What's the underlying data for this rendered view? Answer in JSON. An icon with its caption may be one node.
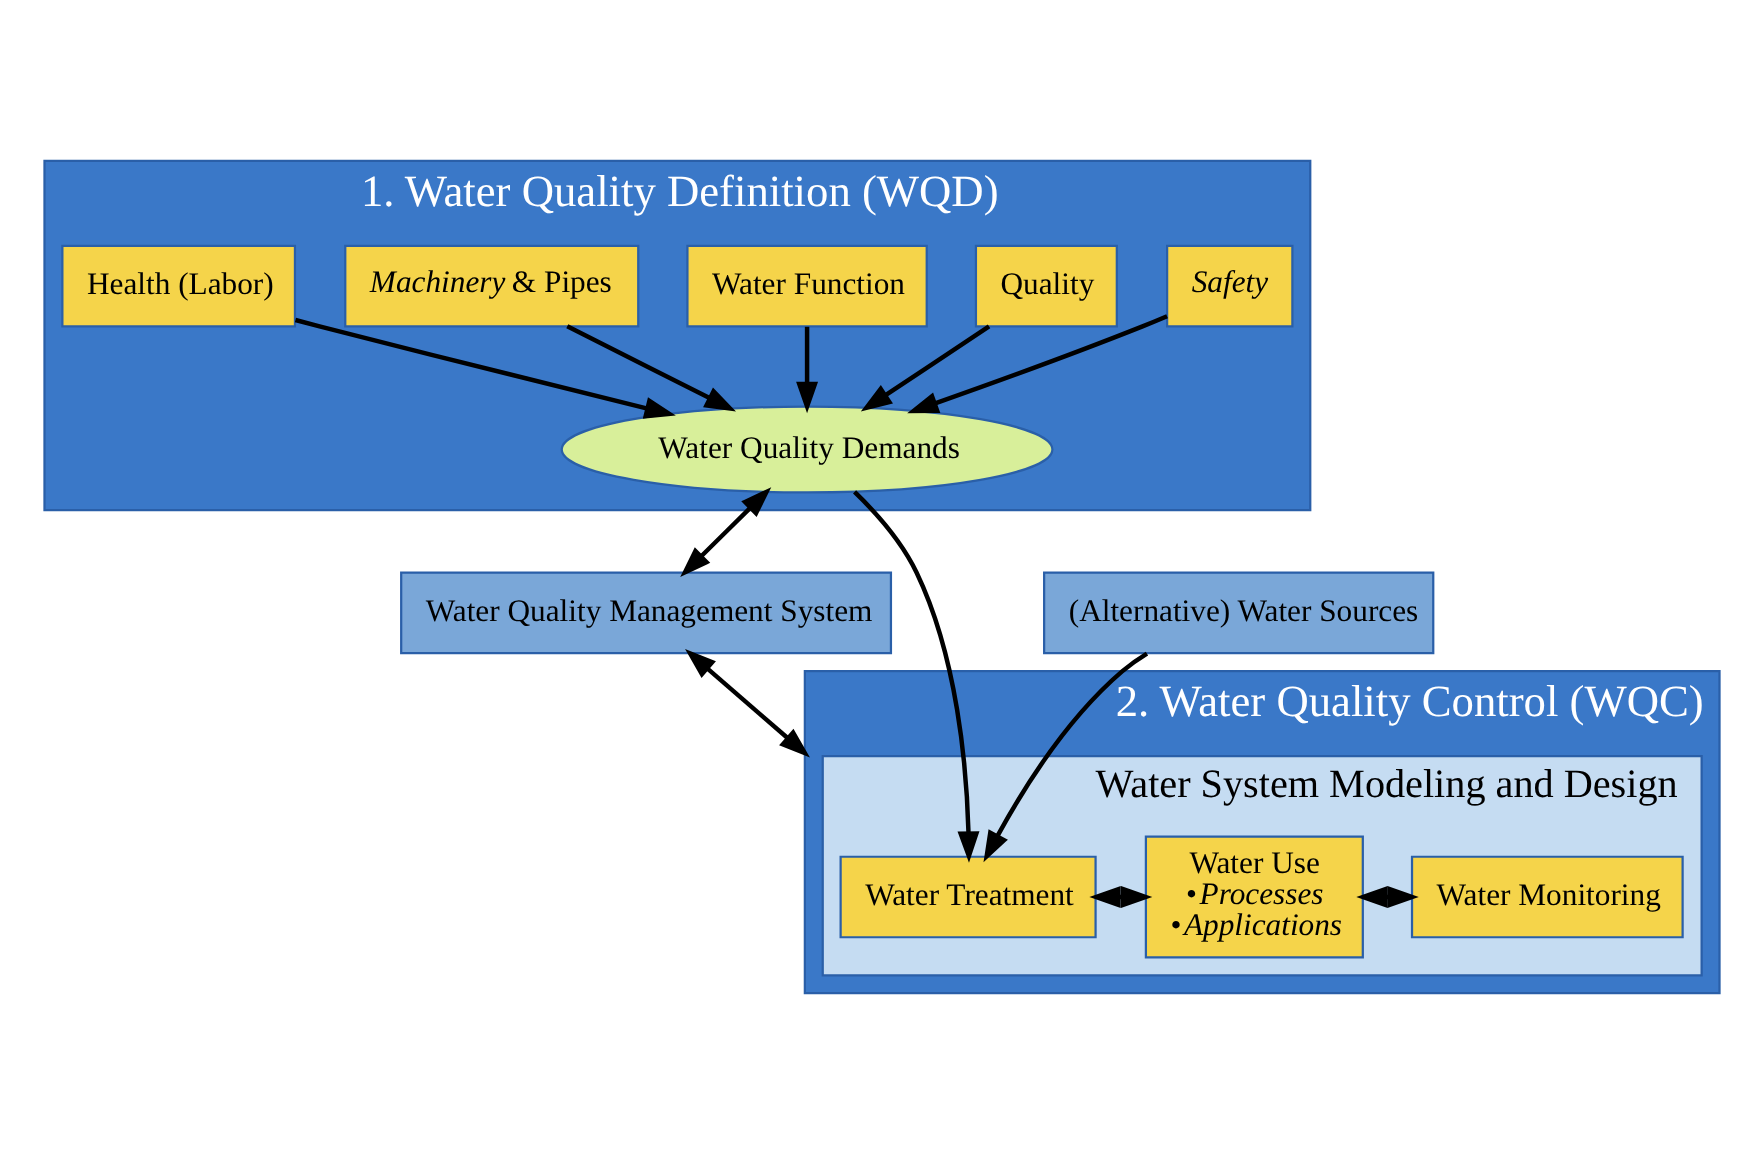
{
  "diagram": {
    "nodes": [
      {
        "text": [
          "1. Water Quality Definition (WQD)"
        ]
      },
      {
        "text": [
          "Safety"
        ],
        "in": 0
      },
      {
        "text": [
          "Quality"
        ],
        "in": 0
      },
      {
        "text": [
          "Water Function"
        ],
        "in": 0
      },
      {
        "text": [
          "*Machinery* & Pipes"
        ],
        "in": 0
      },
      {
        "text": [
          "Health (Labor)"
        ],
        "in": 0
      },
      {
        "text": [
          "Water Quality Demands"
        ],
        "in": 0
      },
      {
        "text": [
          "Water Quality Management System"
        ]
      },
      {
        "text": [
          "2. Water Quality Control (WQC)"
        ]
      },
      {
        "text": [
          "Water System Modeling and Design"
        ],
        "in": 8
      },
      {
        "text": [
          "Water Treatment"
        ],
        "in": 9
      },
      {
        "text": [
          "Water Use",
          "•*Processes*",
          "•*Applications*"
        ],
        "in": 9
      },
      {
        "text": [
          "Water Monitoring"
        ],
        "in": 9
      },
      {
        "text": [
          "(Alternative) Water Sources"
        ]
      }
    ],
    "edges": [
      {
        "from": 1,
        "to": 6,
        "arrow": "to"
      },
      {
        "from": 2,
        "to": 6,
        "arrow": "to"
      },
      {
        "from": 3,
        "to": 6,
        "arrow": "to"
      },
      {
        "from": 4,
        "to": 6,
        "arrow": "to"
      },
      {
        "from": 5,
        "to": 6,
        "arrow": "to"
      },
      {
        "from": 6,
        "to": 7,
        "arrow": "both"
      },
      {
        "from": 7,
        "to": 8,
        "arrow": "both"
      },
      {
        "from": 6,
        "to": 10,
        "arrow": "to"
      },
      {
        "from": 13,
        "to": 10,
        "arrow": "to"
      },
      {
        "from": 10,
        "to": 11,
        "arrow": "both"
      },
      {
        "from": 11,
        "to": 12,
        "arrow": "both"
      }
    ]
  }
}
